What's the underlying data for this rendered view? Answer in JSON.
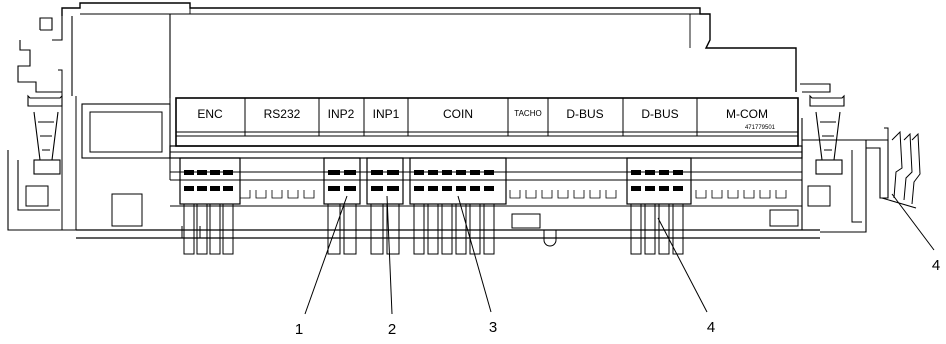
{
  "connectors": [
    {
      "key": "enc",
      "label": "ENC"
    },
    {
      "key": "rs232",
      "label": "RS232"
    },
    {
      "key": "inp2",
      "label": "INP2"
    },
    {
      "key": "inp1",
      "label": "INP1"
    },
    {
      "key": "coin",
      "label": "COIN"
    },
    {
      "key": "tacho",
      "label": "TACHO"
    },
    {
      "key": "dbus1",
      "label": "D-BUS"
    },
    {
      "key": "dbus2",
      "label": "D-BUS"
    },
    {
      "key": "mcom",
      "label": "M-COM"
    }
  ],
  "part_number": "471779501",
  "callouts": [
    "1",
    "2",
    "3",
    "4",
    "4"
  ]
}
